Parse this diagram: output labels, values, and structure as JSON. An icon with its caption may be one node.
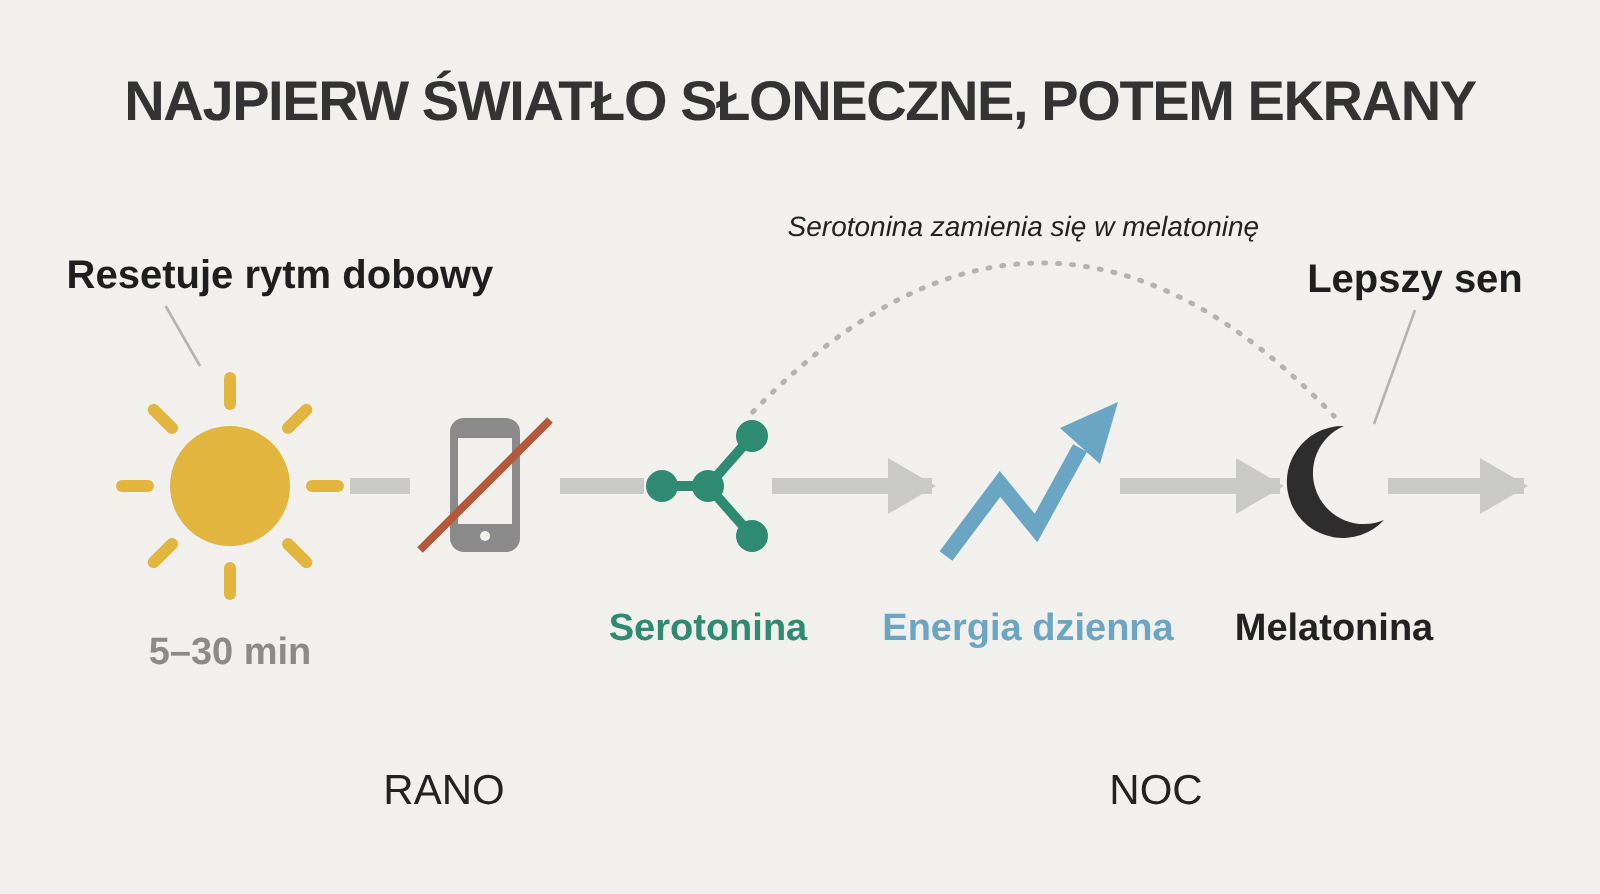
{
  "diagram": {
    "title": "NAJPIERW ŚWIATŁO SŁONECZNE, POTEM EKRANY",
    "nodes": [
      {
        "text": [
          "Resetuje rytm dobowy"
        ]
      },
      {
        "text": [],
        "shape": "picture",
        "beside": [
          "5–30 min"
        ]
      },
      {
        "text": [],
        "shape": "picture"
      },
      {
        "text": [],
        "shape": "picture",
        "beside": [
          "Serotonina"
        ]
      },
      {
        "text": [],
        "shape": "picture",
        "beside": [
          "Energia dzienna"
        ]
      },
      {
        "text": [],
        "shape": "picture",
        "beside": [
          "Melatonina"
        ]
      },
      {
        "text": [
          "Lepszy sen"
        ]
      }
    ],
    "edges": [
      {
        "from": 0,
        "to": 1,
        "arrow": "none"
      },
      {
        "from": 1,
        "to": 2,
        "arrow": "none"
      },
      {
        "from": 2,
        "to": 3,
        "arrow": "none"
      },
      {
        "from": 3,
        "to": 4,
        "arrow": "to"
      },
      {
        "from": 4,
        "to": 5,
        "arrow": "to"
      },
      {
        "from": 5,
        "to": null,
        "arrow": "to"
      },
      {
        "from": 3,
        "to": 5,
        "arrow": "none",
        "style": "dashed",
        "label": "Serotonina zamienia się w melatoninę"
      },
      {
        "from": 6,
        "to": 5,
        "arrow": "none"
      }
    ],
    "labels": [
      "RANO",
      "NOC"
    ]
  }
}
